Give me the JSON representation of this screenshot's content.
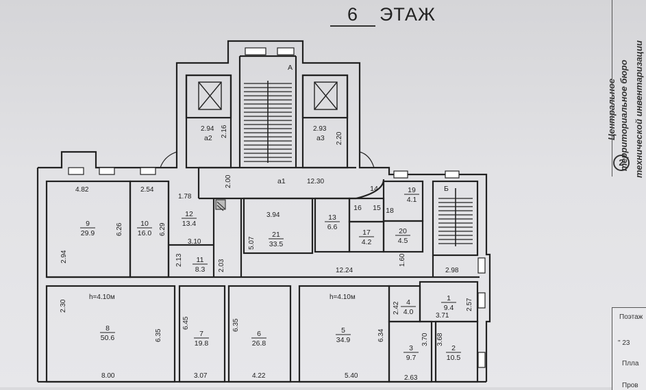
{
  "title": {
    "floor_number": "6",
    "floor_word": "ЭТАЖ"
  },
  "side": {
    "bureau_line1": "Центральное",
    "bureau_line2": "территориальное бюро",
    "bureau_line3": "технической инвентаризации",
    "circle_num": "2"
  },
  "stamp": {
    "line1": "Поэтаж",
    "line2": "\"  23",
    "line3": "Плла",
    "line4": "Пров"
  },
  "stair_label_a": "А",
  "stair_label_b": "Б",
  "corridor": {
    "name": "а1",
    "len": "12.30",
    "width": "2.00"
  },
  "elevators": [
    {
      "name": "а2",
      "dim1": "2.94",
      "dim2": "2.16"
    },
    {
      "name": "а3",
      "dim1": "2.93",
      "dim2": "2.20"
    }
  ],
  "rooms": [
    {
      "num": "9",
      "area": "29.9"
    },
    {
      "num": "10",
      "area": "16.0"
    },
    {
      "num": "12",
      "area": "13.4"
    },
    {
      "num": "11",
      "area": "8.3"
    },
    {
      "num": "21",
      "area": "33.5"
    },
    {
      "num": "13",
      "area": "6.6"
    },
    {
      "num": "14",
      "area": ""
    },
    {
      "num": "16",
      "area": ""
    },
    {
      "num": "15",
      "area": ""
    },
    {
      "num": "18",
      "area": ""
    },
    {
      "num": "17",
      "area": "4.2"
    },
    {
      "num": "19",
      "area": "4.1"
    },
    {
      "num": "20",
      "area": "4.5"
    },
    {
      "num": "8",
      "area": "50.6"
    },
    {
      "num": "7",
      "area": "19.8"
    },
    {
      "num": "6",
      "area": "26.8"
    },
    {
      "num": "5",
      "area": "34.9"
    },
    {
      "num": "4",
      "area": "4.0"
    },
    {
      "num": "1",
      "area": "9.4"
    },
    {
      "num": "3",
      "area": "9.7"
    },
    {
      "num": "2",
      "area": "10.5"
    }
  ],
  "dims": {
    "d_482": "4.82",
    "d_254": "2.54",
    "d_178": "1.78",
    "d_626": "6.26",
    "d_629": "6.29",
    "d_294": "2.94",
    "d_310": "3.10",
    "d_213": "2.13",
    "d_203": "2.03",
    "d_394": "3.94",
    "d_507": "5.07",
    "d_160": "1.60",
    "d_298": "2.98",
    "d_1224": "12.24",
    "d_230": "2.30",
    "d_h1": "h=4.10м",
    "d_635a": "6.35",
    "d_800": "8.00",
    "d_645": "6.45",
    "d_307": "3.07",
    "d_635b": "6.35",
    "d_422": "4.22",
    "d_h2": "h=4.10м",
    "d_634": "6.34",
    "d_540": "5.40",
    "d_242": "2.42",
    "d_257": "2.57",
    "d_371": "3.71",
    "d_370": "3.70",
    "d_368": "3.68",
    "d_263": "2.63"
  }
}
